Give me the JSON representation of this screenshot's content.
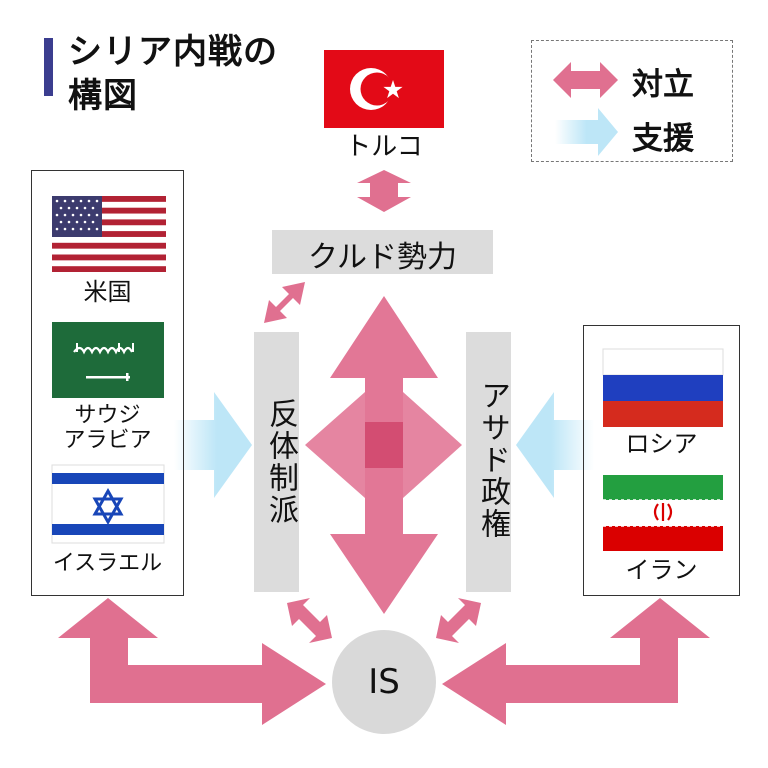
{
  "title": {
    "line1": "シリア内戦の",
    "line2": "構図"
  },
  "legend": {
    "conflict": "対立",
    "support": "支援"
  },
  "parties": {
    "turkey": "トルコ",
    "kurds": "クルド勢力",
    "rebels": "反体制派",
    "assad": "アサド政権",
    "is": "IS"
  },
  "left_group": {
    "usa": "米国",
    "saudi_line1": "サウジ",
    "saudi_line2": "アラビア",
    "israel": "イスラエル"
  },
  "right_group": {
    "russia": "ロシア",
    "iran": "イラン"
  },
  "colors": {
    "conflict": "#e07090",
    "support": "#bde6f7",
    "bar": "#dcdcdc",
    "title_bar": "#3b3d8f"
  },
  "icons": [
    "double-arrow-icon",
    "support-arrow-icon",
    "turkey-flag-icon",
    "usa-flag-icon",
    "saudi-flag-icon",
    "israel-flag-icon",
    "russia-flag-icon",
    "iran-flag-icon"
  ]
}
